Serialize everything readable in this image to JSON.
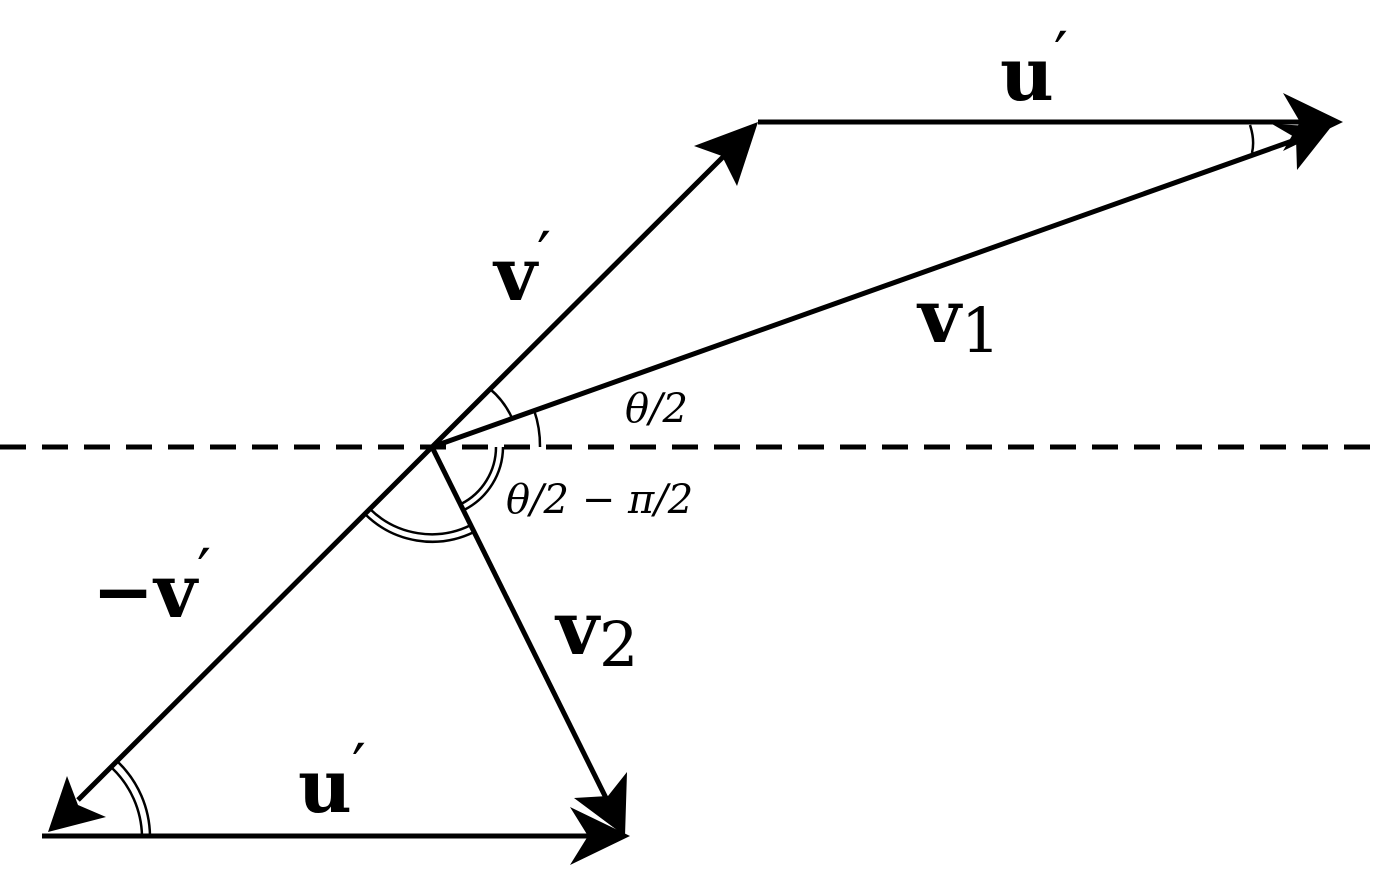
{
  "labels": {
    "u_top": {
      "base": "u",
      "mark": "′"
    },
    "v_prime": {
      "base": "v",
      "mark": "′"
    },
    "v1": {
      "base": "v",
      "sub": "1"
    },
    "theta_half": "θ/2",
    "theta_half_minus_pi_half": "θ/2 − π/2",
    "neg_v_prime": {
      "base": "−v",
      "mark": "′"
    },
    "v2": {
      "base": "v",
      "sub": "2"
    },
    "u_bottom": {
      "base": "u",
      "mark": "′"
    }
  },
  "colors": {
    "ink": "#000000",
    "background": "#ffffff"
  }
}
